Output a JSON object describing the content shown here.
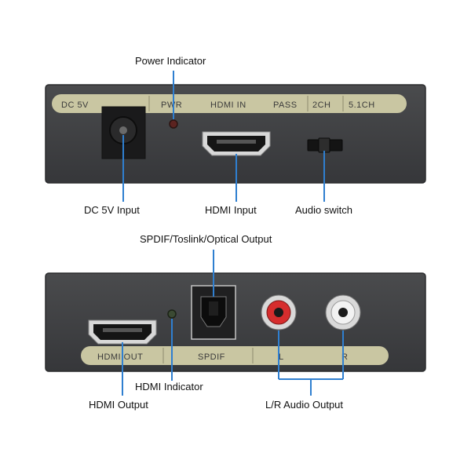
{
  "colors": {
    "panel": "#3e3f41",
    "strip": "#c9c6a2",
    "line": "#2f7fd0",
    "rca_left": "#d62d2d",
    "rca_right": "#f2f2f2"
  },
  "top_panel": {
    "strip_labels": {
      "dc": "DC 5V",
      "pwr": "PWR",
      "hdmi_in": "HDMI IN",
      "pass": "PASS",
      "ch2": "2CH",
      "ch51": "5.1CH"
    },
    "callouts": {
      "power_indicator": "Power Indicator",
      "dc_input": "DC 5V Input",
      "hdmi_input": "HDMI Input",
      "audio_switch": "Audio switch"
    }
  },
  "bottom_panel": {
    "strip_labels": {
      "hdmi_out": "HDMI OUT",
      "spdif": "SPDIF",
      "l": "L",
      "r": "R"
    },
    "callouts": {
      "spdif_output": "SPDIF/Toslink/Optical Output",
      "hdmi_indicator": "HDMI Indicator",
      "hdmi_output": "HDMI Output",
      "lr_audio_output": "L/R Audio Output"
    }
  }
}
